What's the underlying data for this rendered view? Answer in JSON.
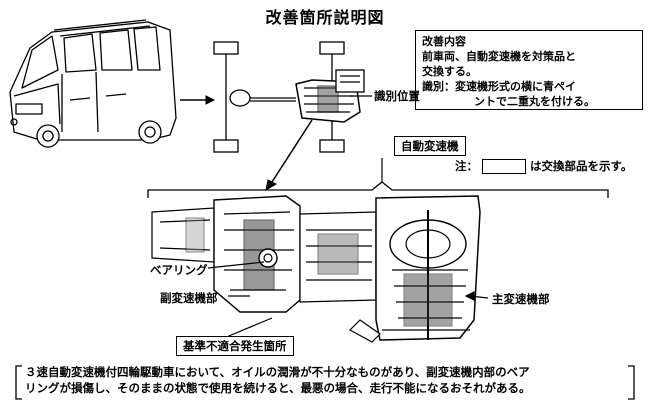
{
  "title": "改善箇所説明図",
  "improvement": {
    "heading": "改善内容",
    "line1": "前車両、自動変速機を対策品と",
    "line2": "交換する。",
    "line3": "識別：変速機形式の横に青ペイ",
    "line4": "ントで二重丸を付ける。"
  },
  "labels": {
    "identification_position": "識別位置",
    "automatic_transmission": "自動変速機",
    "bearing": "ベアリング",
    "sub_transmission": "副変速機部",
    "main_transmission": "主変速機部",
    "nonconformity_location": "基準不適合発生箇所"
  },
  "note": {
    "prefix": "注：",
    "suffix": "は交換部品を示す。"
  },
  "description": {
    "line1": "３速自動変速機付四輪駆動車において、オイルの潤滑が不十分なものがあり、副変速機内部のベア",
    "line2": "リングが損傷し、そのままの状態で使用を続けると、最悪の場合、走行不能になるおそれがある。"
  }
}
